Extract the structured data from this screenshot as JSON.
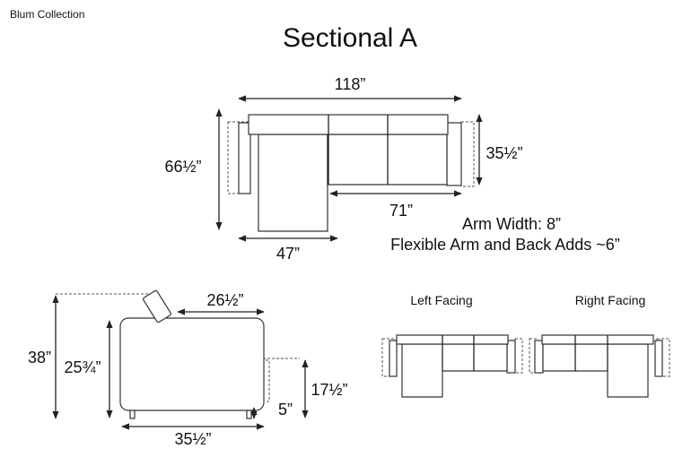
{
  "header": {
    "brand": "Blum Collection",
    "title": "Sectional A"
  },
  "top_view": {
    "overall_width": "118”",
    "overall_depth": "66½”",
    "sofa_depth": "35½”",
    "sofa_section_width": "71”",
    "chaise_width": "47”"
  },
  "notes": {
    "arm_width": "Arm Width: 8”",
    "flexible_arm": "Flexible Arm and Back Adds ~6”"
  },
  "side_view": {
    "total_height": "38”",
    "back_height": "25¾”",
    "seat_depth": "26½”",
    "arm_height": "17½”",
    "leg_height": "5”",
    "depth": "35½”"
  },
  "orientations": {
    "left_label": "Left Facing",
    "right_label": "Right Facing"
  }
}
